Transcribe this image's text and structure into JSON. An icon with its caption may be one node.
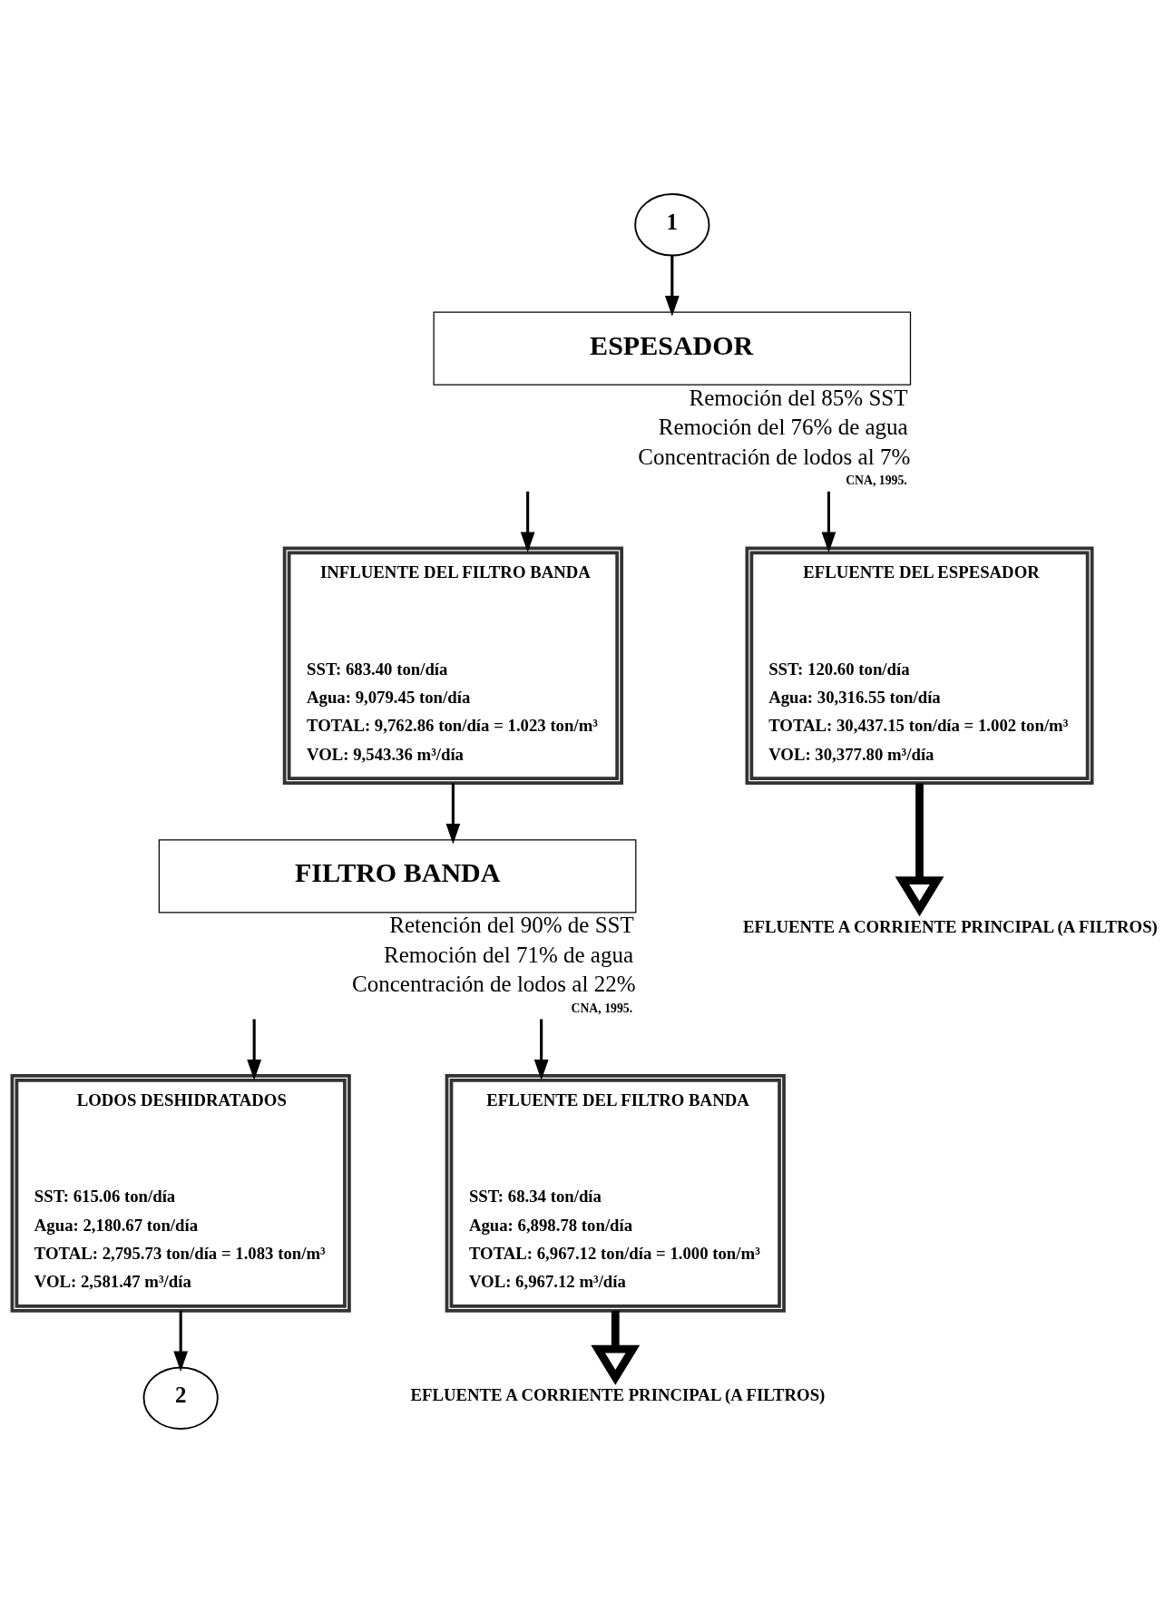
{
  "diagram": {
    "nodes": [
      {
        "text": [
          "1"
        ]
      },
      {
        "text": [
          "ESPESADOR"
        ],
        "beside": [
          "Remoción del 85% SST",
          "Remoción del 76% de agua",
          "Concentración de lodos al 7%",
          "CNA, 1995."
        ]
      },
      {
        "text": [
          "INFLUENTE DEL FILTRO BANDA",
          "SST: 683.40 ton/día",
          "Agua: 9,079.45 ton/día",
          "TOTAL: 9,762.86 ton/día = 1.023 ton/m³",
          "VOL: 9,543.36 m³/día"
        ]
      },
      {
        "text": [
          "EFLUENTE DEL ESPESADOR",
          "SST: 120.60 ton/día",
          "Agua: 30,316.55 ton/día",
          "TOTAL: 30,437.15 ton/día = 1.002 ton/m³",
          "VOL: 30,377.80 m³/día"
        ]
      },
      {
        "text": [
          "EFLUENTE A CORRIENTE PRINCIPAL (A FILTROS)"
        ]
      },
      {
        "text": [
          "FILTRO BANDA"
        ],
        "beside": [
          "Retención del 90% de SST",
          "Remoción del 71% de agua",
          "Concentración de lodos al 22%",
          "CNA, 1995."
        ]
      },
      {
        "text": [
          "LODOS DESHIDRATADOS",
          "SST: 615.06 ton/día",
          "Agua: 2,180.67 ton/día",
          "TOTAL: 2,795.73 ton/día = 1.083 ton/m³",
          "VOL: 2,581.47 m³/día"
        ]
      },
      {
        "text": [
          "EFLUENTE DEL FILTRO BANDA",
          "SST: 68.34 ton/día",
          "Agua: 6,898.78 ton/día",
          "TOTAL: 6,967.12 ton/día = 1.000 ton/m³",
          "VOL: 6,967.12 m³/día"
        ]
      },
      {
        "text": [
          "2"
        ]
      },
      {
        "text": [
          "EFLUENTE A CORRIENTE PRINCIPAL (A FILTROS)"
        ]
      }
    ],
    "edges": [
      {
        "from": 0,
        "to": 1,
        "arrow": "to"
      },
      {
        "from": 1,
        "to": 2,
        "arrow": "to"
      },
      {
        "from": 1,
        "to": 3,
        "arrow": "to"
      },
      {
        "from": 3,
        "to": 4,
        "arrow": "to",
        "style": "thick"
      },
      {
        "from": 2,
        "to": 5,
        "arrow": "to"
      },
      {
        "from": 5,
        "to": 6,
        "arrow": "to"
      },
      {
        "from": 5,
        "to": 7,
        "arrow": "to"
      },
      {
        "from": 6,
        "to": 8,
        "arrow": "to"
      },
      {
        "from": 7,
        "to": 9,
        "arrow": "to",
        "style": "thick"
      }
    ]
  }
}
